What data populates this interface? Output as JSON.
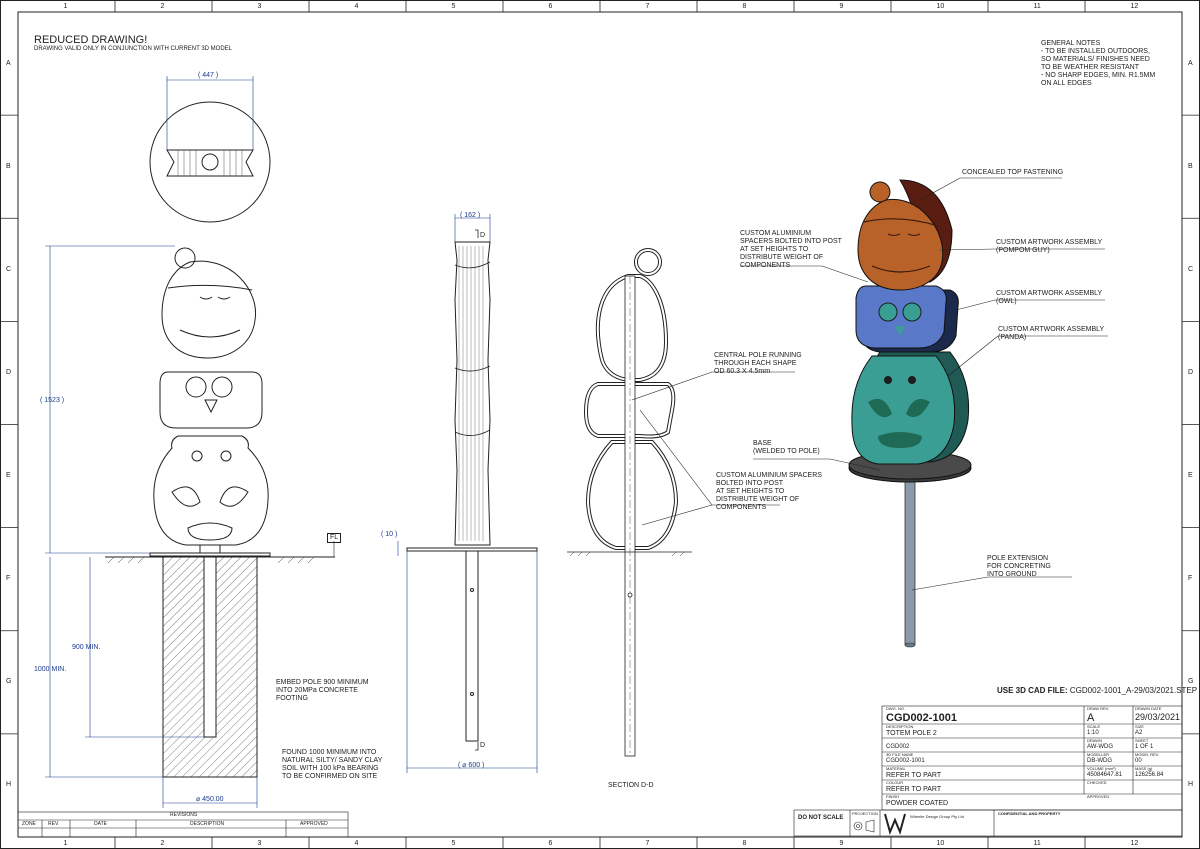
{
  "grid": {
    "cols": [
      "1",
      "2",
      "3",
      "4",
      "5",
      "6",
      "7",
      "8",
      "9",
      "10",
      "11",
      "12"
    ],
    "rows": [
      "A",
      "B",
      "C",
      "D",
      "E",
      "F",
      "G",
      "H"
    ]
  },
  "header": {
    "title": "REDUCED DRAWING!",
    "subtitle": "DRAWING VALID ONLY IN CONJUNCTION WITH CURRENT 3D MODEL"
  },
  "general_notes": [
    "GENERAL NOTES",
    "- TO BE INSTALLED OUTDOORS,",
    "SO MATERIALS/ FINISHES NEED",
    "TO BE WEATHER RESISTANT",
    "- NO SHARP EDGES, MIN. R1.5MM",
    "ON ALL EDGES"
  ],
  "dimensions": {
    "top_width": "( 447 )",
    "total_height": "( 1523 )",
    "embed_900": "900 MIN.",
    "embed_1000": "1000 MIN.",
    "diameter_450": "⌀ 450.00",
    "pole_width": "( 162 )",
    "base_thickness": "( 10 )",
    "base_diameter": "( ⌀ 600 )",
    "fl": "FL",
    "section_mark_top": "D",
    "section_mark_bottom": "D"
  },
  "notes": {
    "embed_pole": [
      "EMBED POLE 900 MINIMUM",
      "INTO 20MPa CONCRETE",
      "FOOTING"
    ],
    "found": [
      "FOUND 1000 MINIMUM INTO",
      "NATURAL SILTY/ SANDY CLAY",
      "SOIL WITH 100 kPa BEARING",
      "TO BE CONFIRMED ON SITE"
    ],
    "central_pole": [
      "CENTRAL POLE RUNNING",
      "THROUGH EACH SHAPE",
      "OD 60.3 X 4.5mm"
    ],
    "custom_spacers": [
      "CUSTOM ALUMINIUM SPACERS",
      "BOLTED INTO POST",
      "AT  SET HEIGHTS TO",
      "DISTRIBUTE WEIGHT OF",
      "COMPONENTS"
    ],
    "section_label": "SECTION D-D"
  },
  "callouts": {
    "concealed": "CONCEALED TOP FASTENING",
    "spacers_top": [
      "CUSTOM ALUMINIUM",
      "SPACERS BOLTED INTO POST",
      "AT  SET HEIGHTS TO",
      "DISTRIBUTE WEIGHT OF",
      "COMPONENTS"
    ],
    "pompom": [
      "CUSTOM ARTWORK ASSEMBLY",
      "(POMPOM GUY)"
    ],
    "owl": [
      "CUSTOM ARTWORK ASSEMBLY",
      "(OWL)"
    ],
    "panda": [
      "CUSTOM ARTWORK ASSEMBLY",
      "(PANDA)"
    ],
    "base": [
      "BASE",
      "(WELDED TO POLE)"
    ],
    "pole_ext": [
      "POLE EXTENSION",
      "FOR CONCRETING",
      "INTO GROUND"
    ]
  },
  "cad_file": {
    "label": "USE 3D CAD FILE:",
    "value": "CGD002-1001_A-29/03/2021.STEP"
  },
  "title_block": {
    "dwg_no_label": "DWG. NO.",
    "dwg_no": "CGD002-1001",
    "draw_rev_label": "DRAW REV.",
    "draw_rev": "A",
    "drawn_date_label": "DRAWN DATE",
    "drawn_date": "29/03/2021",
    "description_label": "DESCRIPTION",
    "description": "TOTEM POLE 2",
    "scale_label": "SCALE",
    "scale": "1:10",
    "size_label": "SIZE",
    "size": "A2",
    "project": "CGD002",
    "drawn_label": "DRAWN",
    "drawn": "AW-WDG",
    "sheet_label": "SHEET",
    "sheet": "1 OF 1",
    "file_name_label": "3D FILE NAME",
    "file_name": "CGD002-1001",
    "modeller_label": "MODELLER",
    "modeller": "DB-WDG",
    "model_rev_label": "MODEL REV.",
    "model_rev": "00",
    "material_label": "MATERIAL",
    "material": "REFER TO PART",
    "volume_label": "VOLUME (mm³)",
    "volume": "45084647.81",
    "mass_label": "MASS (g)",
    "mass": "126256.84",
    "colour_label": "COLOUR",
    "colour": "REFER TO PART",
    "checked_label": "CHECKED",
    "finish_label": "FINISH",
    "finish": "POWDER COATED",
    "approved_label": "APPROVED",
    "do_not_scale": "DO NOT SCALE",
    "projection": "PROJECTION",
    "company": "Wheelie Design Group Pty Ltd",
    "confidential": "CONFIDENTIAL AND PROPERTY"
  },
  "revisions": {
    "title": "REVISIONS",
    "columns": [
      "ZONE",
      "REV.",
      "DATE",
      "DESCRIPTION",
      "APPROVED"
    ]
  },
  "colors": {
    "line": "#222222",
    "dim_blue": "#1a3a8f",
    "pompom": "#b8622a",
    "owl": "#5a78c8",
    "panda": "#3a9e94",
    "base": "#3a3a3a"
  }
}
